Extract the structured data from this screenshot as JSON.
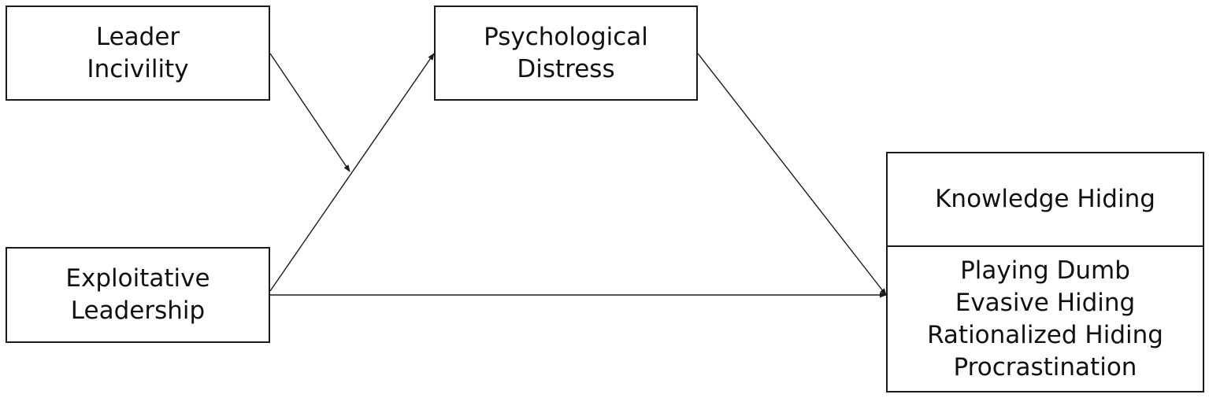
{
  "nodes": {
    "leader_incivility": {
      "lines": [
        "Leader",
        "Incivility"
      ]
    },
    "psychological_distress": {
      "lines": [
        "Psychological",
        "Distress"
      ]
    },
    "exploitative_leadership": {
      "lines": [
        "Exploitative",
        "Leadership"
      ]
    },
    "knowledge_hiding": {
      "title": "Knowledge Hiding",
      "dimensions": [
        "Playing Dumb",
        "Evasive Hiding",
        "Rationalized Hiding",
        "Procrastination"
      ]
    }
  },
  "edges": [
    {
      "from": "exploitative_leadership",
      "to": "psychological_distress"
    },
    {
      "from": "psychological_distress",
      "to": "knowledge_hiding"
    },
    {
      "from": "exploitative_leadership",
      "to": "knowledge_hiding"
    },
    {
      "from": "leader_incivility",
      "to": "path:exploitative_leadership->psychological_distress",
      "type": "moderation"
    }
  ],
  "colors": {
    "line": "#1a1a1a",
    "border": "#1a1a1a",
    "background": "#ffffff"
  }
}
